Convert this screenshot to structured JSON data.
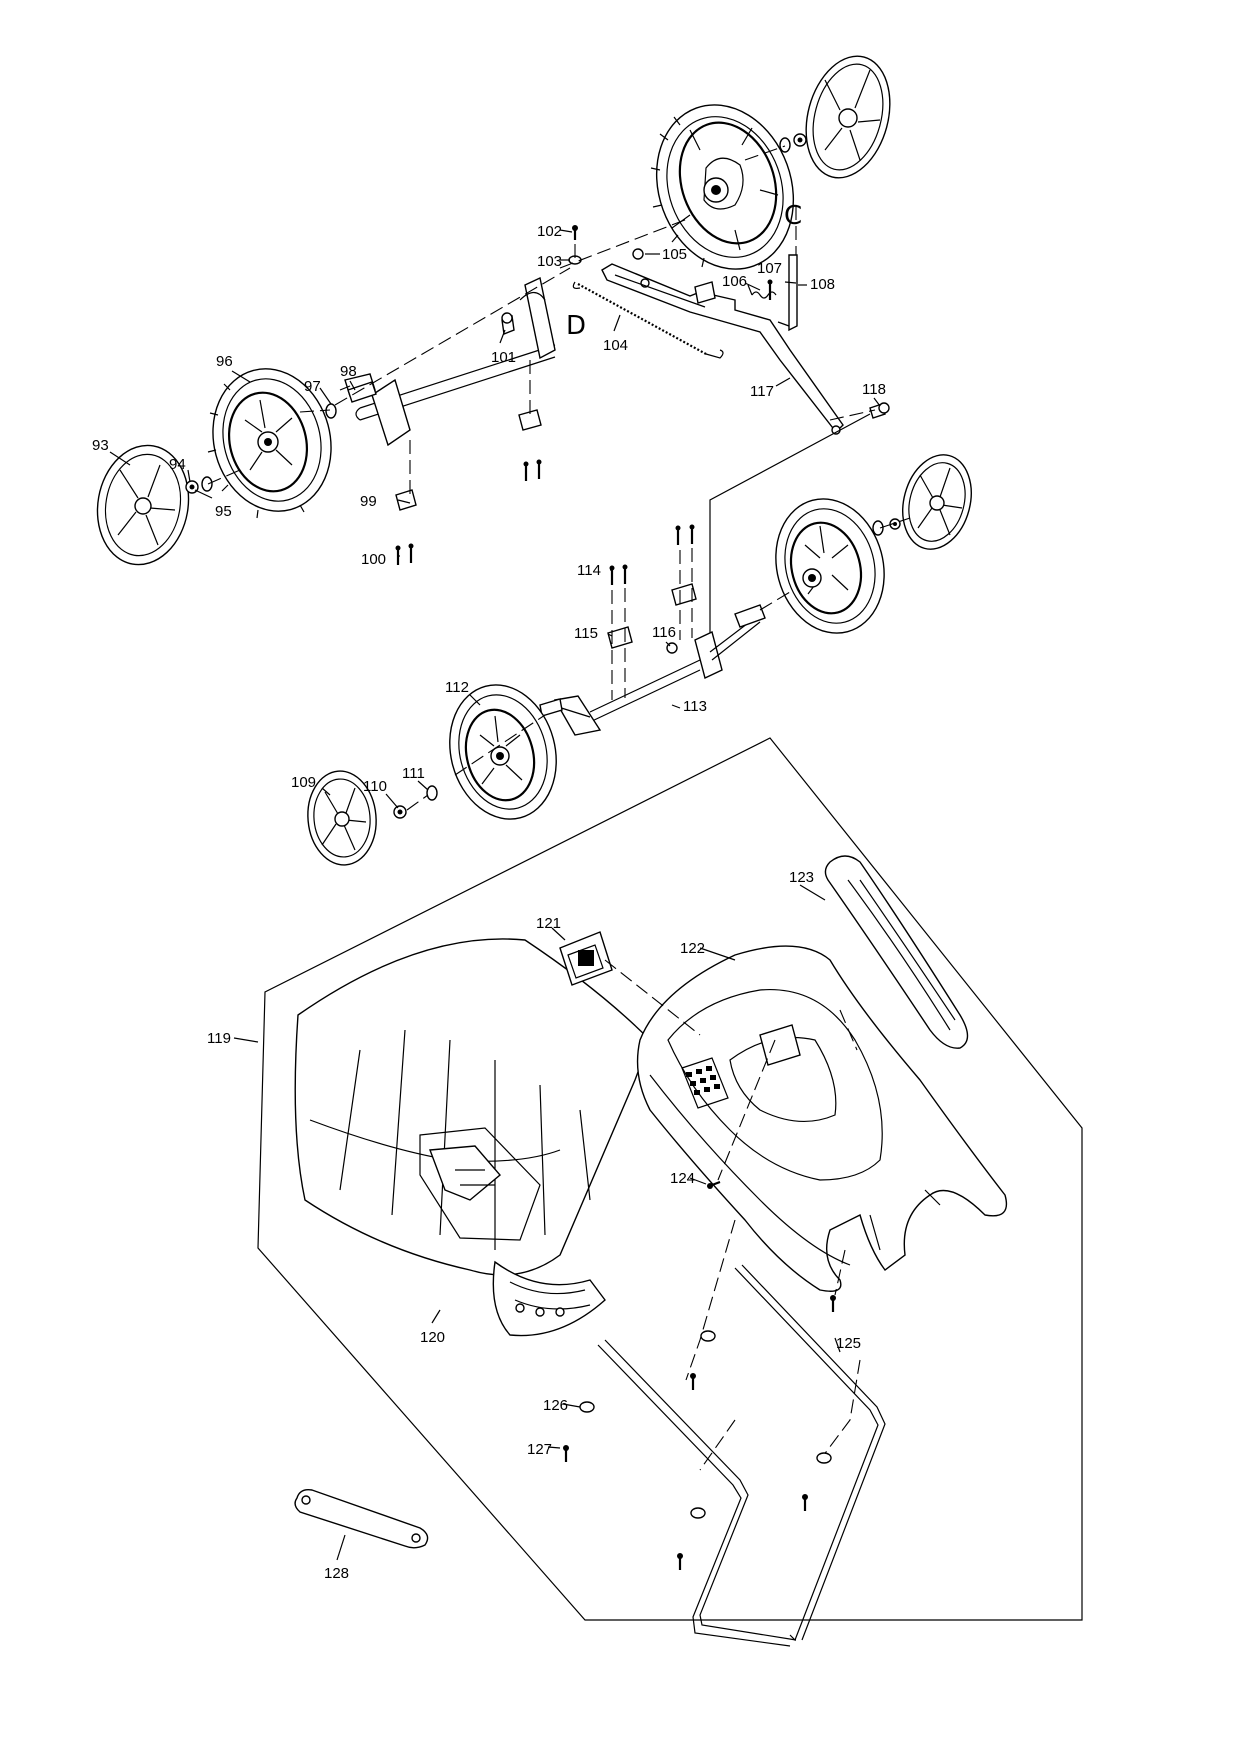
{
  "diagram": {
    "part_numbers": {
      "p93": "93",
      "p94": "94",
      "p95": "95",
      "p96": "96",
      "p97": "97",
      "p98": "98",
      "p99": "99",
      "p100": "100",
      "p101": "101",
      "p102": "102",
      "p103": "103",
      "p104": "104",
      "p105": "105",
      "p106": "106",
      "p107": "107",
      "p108": "108",
      "p109": "109",
      "p110": "110",
      "p111": "111",
      "p112": "112",
      "p113": "113",
      "p114": "114",
      "p115": "115",
      "p116": "116",
      "p117": "117",
      "p118": "118",
      "p119": "119",
      "p120": "120",
      "p121": "121",
      "p122": "122",
      "p123": "123",
      "p124": "124",
      "p125": "125",
      "p126": "126",
      "p127": "127",
      "p128": "128"
    },
    "reference_letters": {
      "c": "C",
      "d": "D"
    }
  }
}
